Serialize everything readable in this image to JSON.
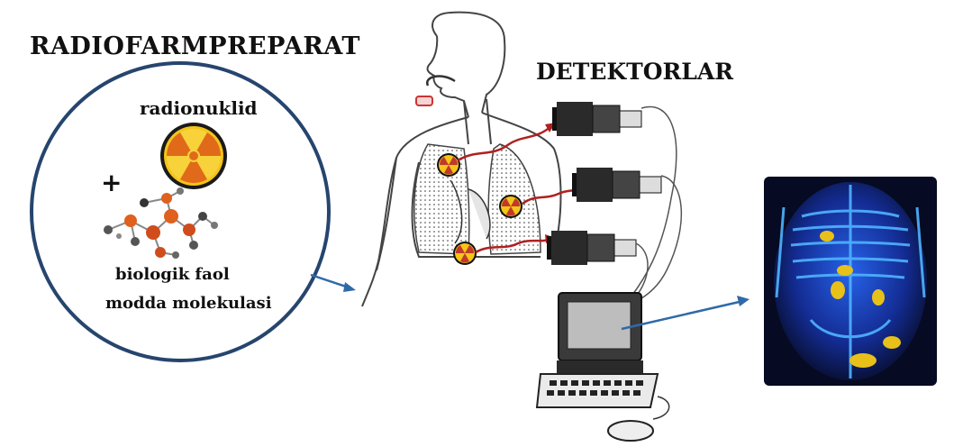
{
  "labels": {
    "radiopharm": "RADIOFARMPREPARAT",
    "detectors": "DETEKTORLAR",
    "radionuclide": "radionuklid",
    "plus": "+",
    "bio_line1": "biologik faol",
    "bio_line2": "modda molekulasi"
  },
  "icons": [
    "radiation-symbol-icon",
    "molecule-icon",
    "human-body-icon",
    "detector-icon",
    "computer-icon",
    "scan-image-icon"
  ],
  "colors": {
    "circle_border": "#26456e",
    "arrow": "#2f6aa8",
    "signal_path": "#b02020",
    "radiation_yellow": "#f5c518",
    "radiation_orange": "#e06a1a",
    "scan_background": "#0a0f2e",
    "scan_bone": "#3aa0ff"
  }
}
